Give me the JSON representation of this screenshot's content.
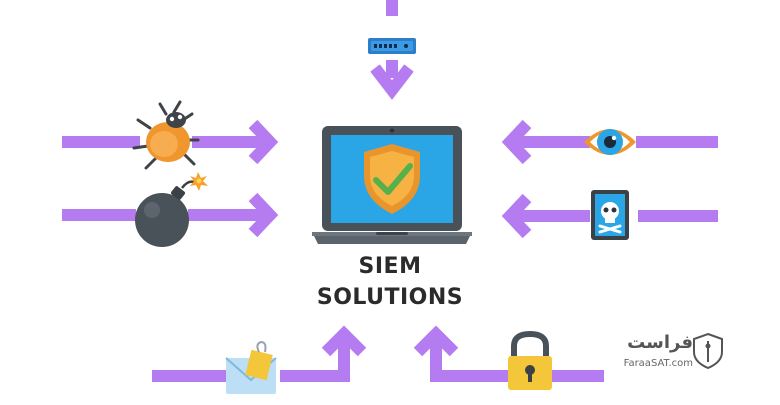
{
  "title": {
    "line1": "SIEM",
    "line2": "SOLUTIONS"
  },
  "brand": {
    "name": "فراست",
    "site": "FaraaSAT.com"
  },
  "colors": {
    "arrow": "#b57cf2",
    "laptop_frame": "#4a5259",
    "screen": "#2aa5e6",
    "shield_outer": "#e8952c",
    "shield_inner": "#f6b344",
    "check": "#57b14a",
    "bug": "#f0962e",
    "bomb": "#4a5259",
    "lock": "#f4c63a",
    "envelope": "#bcdff5",
    "eye_iris": "#2aa5e6"
  },
  "icons": [
    "router-icon",
    "bug-icon",
    "bomb-icon",
    "eye-icon",
    "skull-tablet-icon",
    "envelope-icon",
    "padlock-icon",
    "laptop-icon",
    "shield-check-icon",
    "brand-shield-icon"
  ]
}
